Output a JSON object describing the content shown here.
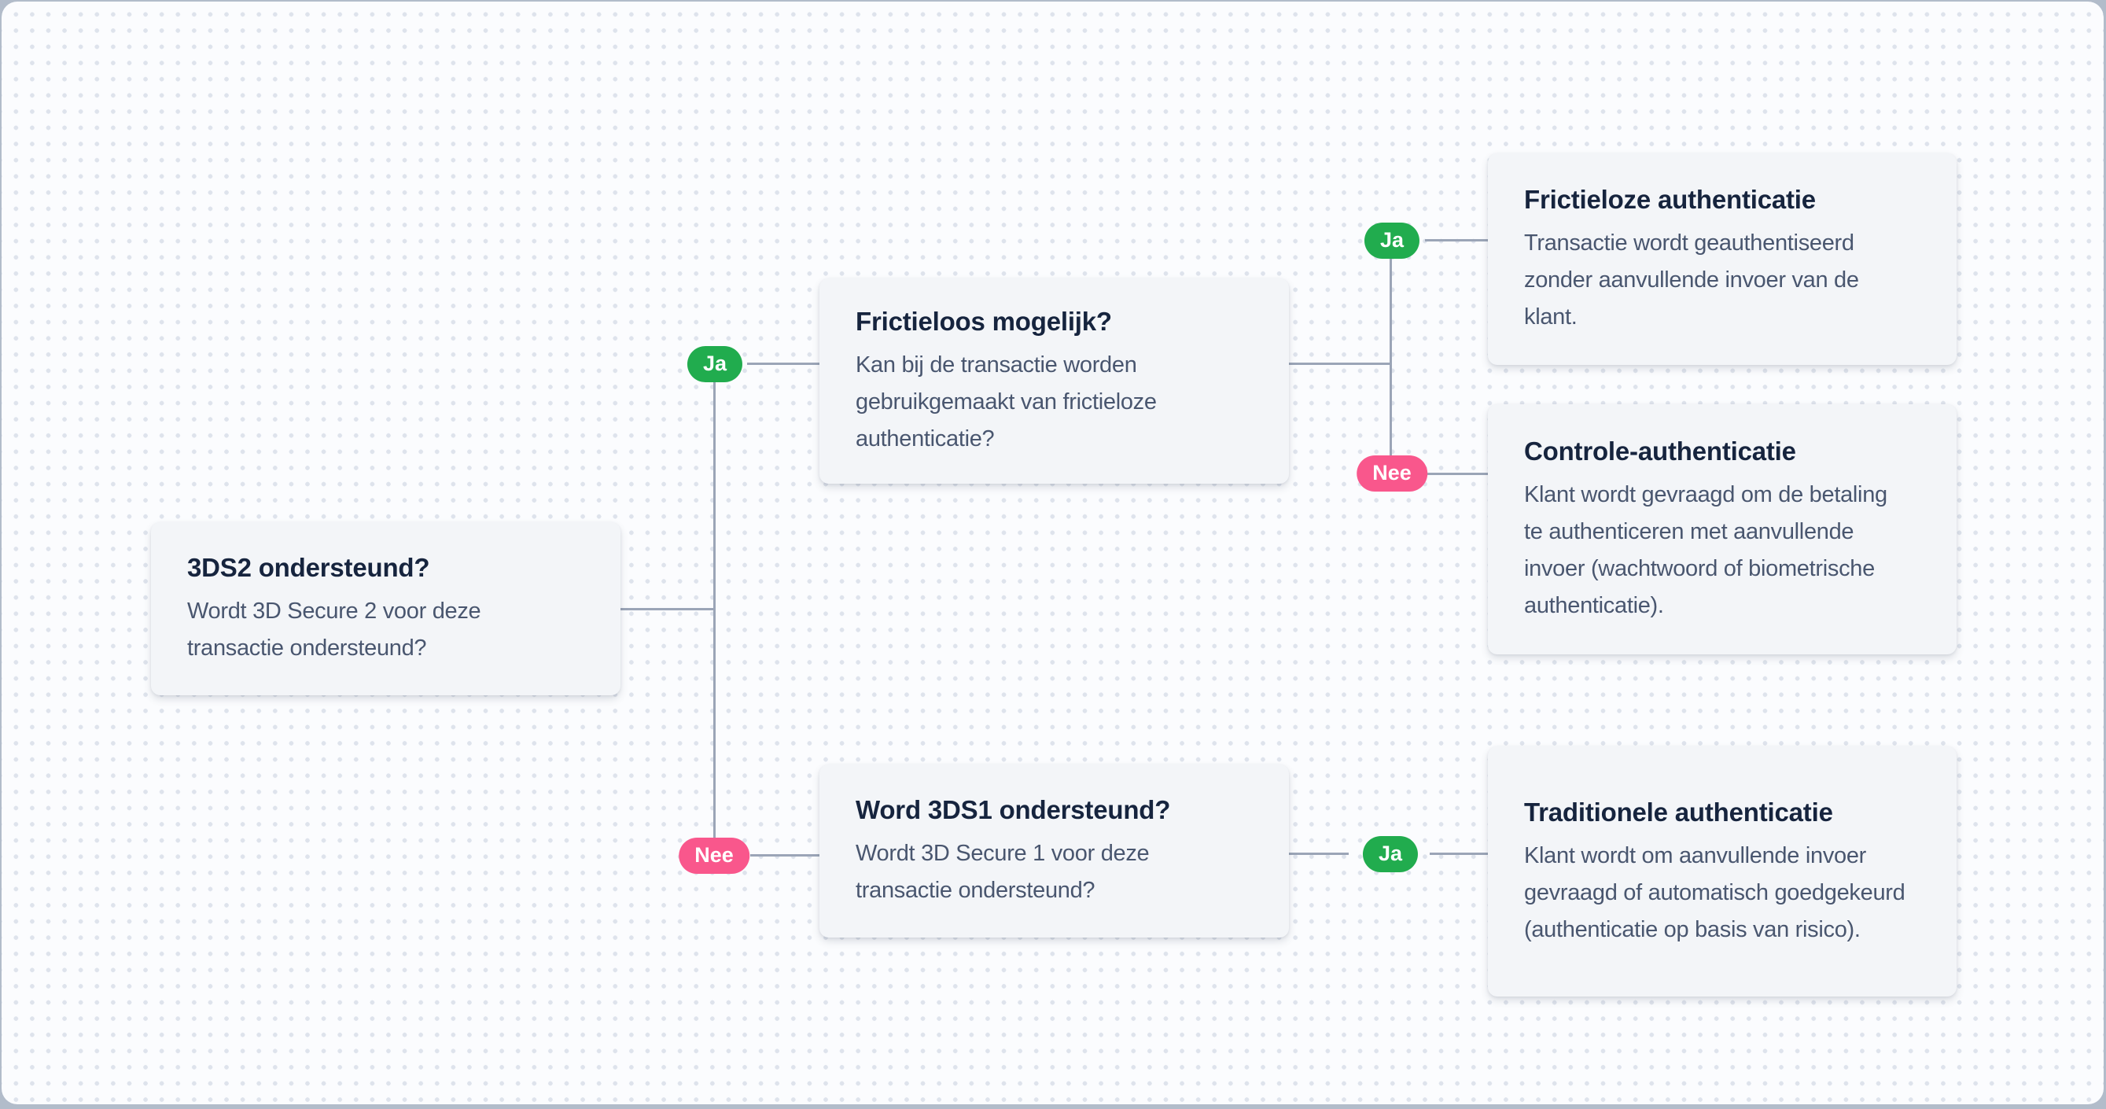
{
  "diagram": {
    "type": "flowchart",
    "direction": "left-to-right",
    "language": "nl",
    "nodes": [
      {
        "id": "3ds2",
        "title": "3DS2 ondersteund?",
        "body": "Wordt 3D Secure 2 voor deze transactie ondersteund?"
      },
      {
        "id": "frictieloos",
        "title": "Frictieloos mogelijk?",
        "body": "Kan bij de transactie worden gebruikgemaakt van frictieloze authenticatie?"
      },
      {
        "id": "3ds1",
        "title": "Word 3DS1 ondersteund?",
        "body": "Wordt 3D Secure 1 voor deze transactie ondersteund?"
      },
      {
        "id": "frictieloze-auth",
        "title": "Frictieloze authenticatie",
        "body": "Transactie wordt geauthentiseerd zonder aanvullende invoer van de klant."
      },
      {
        "id": "controle-auth",
        "title": "Controle-authenticatie",
        "body": "Klant wordt gevraagd om de betaling te authenticeren met aanvullende invoer (wachtwoord of biometrische authenticatie)."
      },
      {
        "id": "traditionele-auth",
        "title": "Traditionele authenticatie",
        "body": "Klant wordt om aanvullende invoer gevraagd of automatisch goedgekeurd (authenticatie op basis van risico)."
      }
    ],
    "edges": [
      {
        "from": "3ds2",
        "to": "frictieloos",
        "label": "Ja"
      },
      {
        "from": "3ds2",
        "to": "3ds1",
        "label": "Nee"
      },
      {
        "from": "frictieloos",
        "to": "frictieloze-auth",
        "label": "Ja"
      },
      {
        "from": "frictieloos",
        "to": "controle-auth",
        "label": "Nee"
      },
      {
        "from": "3ds1",
        "to": "traditionele-auth",
        "label": "Ja"
      }
    ],
    "label_colors": {
      "Ja": "#21AC4E",
      "Nee": "#F9578C"
    },
    "colors": {
      "frame": "#B2BCCA",
      "canvas_bg": "#FBFCFE",
      "canvas_dot": "#DEE3EC",
      "card_bg": "#F3F5F8",
      "connector_line": "#9BA5B7",
      "node_title": "#16243E",
      "node_body": "#49566F",
      "label_text": "#FFFFFF"
    }
  }
}
